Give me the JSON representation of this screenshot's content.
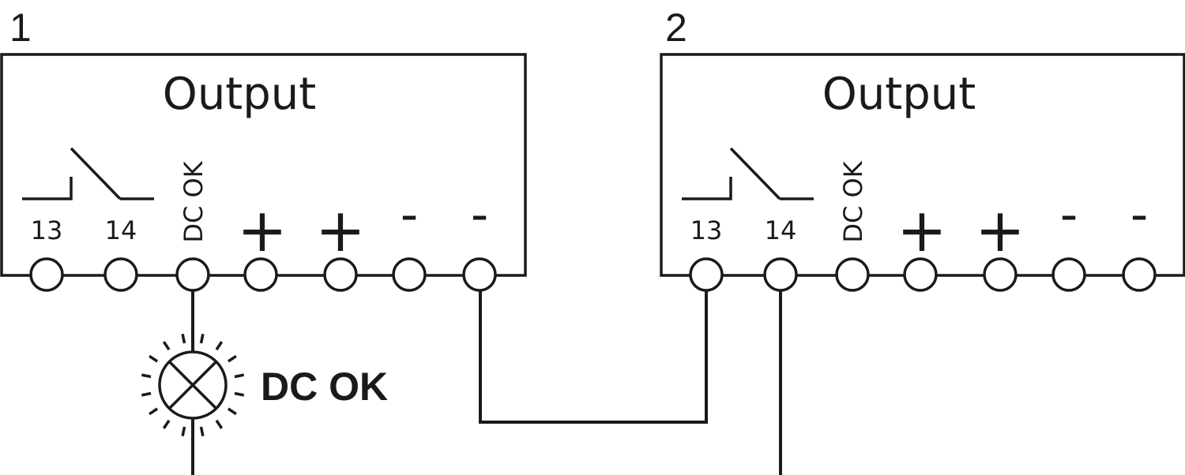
{
  "units": [
    {
      "number": "1",
      "title": "Output",
      "terminals": [
        {
          "label": "13"
        },
        {
          "label": "14"
        },
        {
          "label": "DC OK"
        },
        {
          "label": "+"
        },
        {
          "label": "+"
        },
        {
          "label": "-"
        },
        {
          "label": "-"
        }
      ]
    },
    {
      "number": "2",
      "title": "Output",
      "terminals": [
        {
          "label": "13"
        },
        {
          "label": "14"
        },
        {
          "label": "DC OK"
        },
        {
          "label": "+"
        },
        {
          "label": "+"
        },
        {
          "label": "-"
        },
        {
          "label": "-"
        }
      ]
    }
  ],
  "lamp": {
    "label": "DC OK"
  },
  "colors": {
    "line": "#1a1a1a",
    "background": "#ffffff"
  }
}
